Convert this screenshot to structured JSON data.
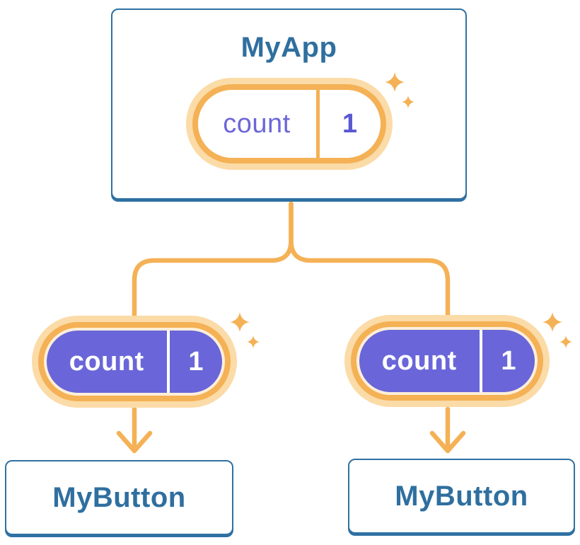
{
  "diagram": {
    "root": {
      "title": "MyApp",
      "state": {
        "name": "count",
        "value": "1"
      }
    },
    "children": [
      {
        "title": "MyButton",
        "state": {
          "name": "count",
          "value": "1"
        }
      },
      {
        "title": "MyButton",
        "state": {
          "name": "count",
          "value": "1"
        }
      }
    ],
    "colors": {
      "accent_orange": "#F4B155",
      "accent_orange_light": "#FBDBA7",
      "cream_gap": "#FDEFDA",
      "purple_fill": "#6A66D9",
      "purple_state_text": "#6C67DA",
      "purple_state_value": "#5A58D1",
      "card_border_blue": "#2F71A3",
      "title_blue": "#2F6F9F",
      "background": "#FFFFFF"
    },
    "icons": {
      "sparkles": "two four-point stars ✦",
      "arrow_down": "chevron arrow ↓",
      "fork": "branching connector lines"
    }
  }
}
